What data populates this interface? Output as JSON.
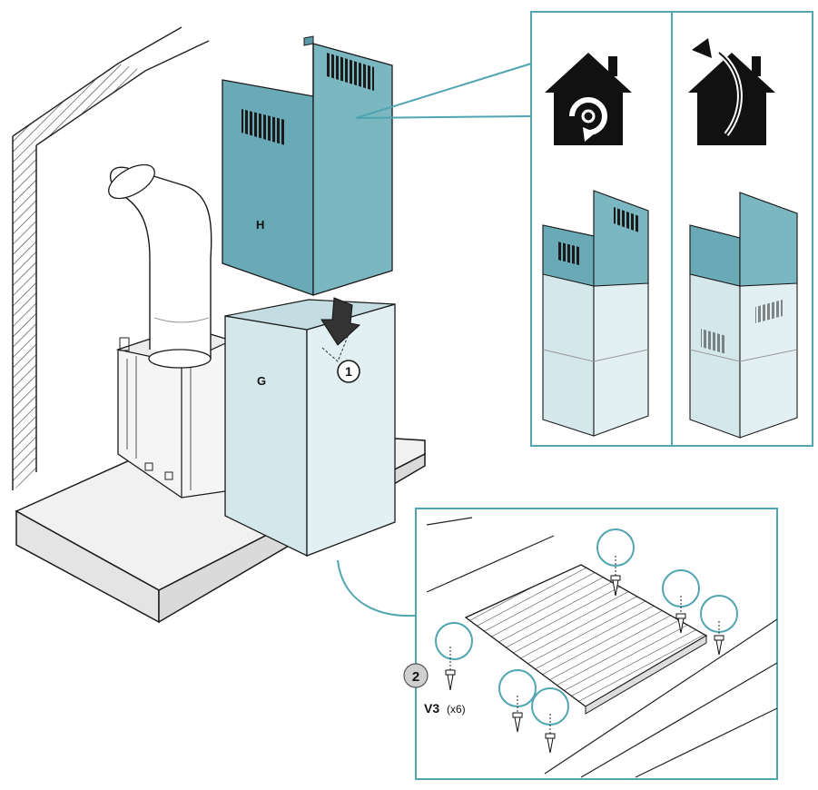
{
  "labels": {
    "upper_chimney": "H",
    "lower_chimney": "G",
    "step_one": "1",
    "step_two": "2",
    "screw_code": "V3",
    "screw_count": "(x6)"
  },
  "icons": {
    "recirculation_mode": "house-recirculation-icon",
    "extraction_mode": "house-extraction-icon",
    "push_down": "arrow-down-icon",
    "screw": "screw-icon"
  },
  "colors": {
    "upper_chimney": "#6aaab6",
    "upper_chimney_side": "#7bb7c1",
    "lower_chimney": "#d4e8ec",
    "lower_chimney_side": "#e3f0f3",
    "callout_frame": "#4fa5b0",
    "outline": "#1a1a1a"
  }
}
